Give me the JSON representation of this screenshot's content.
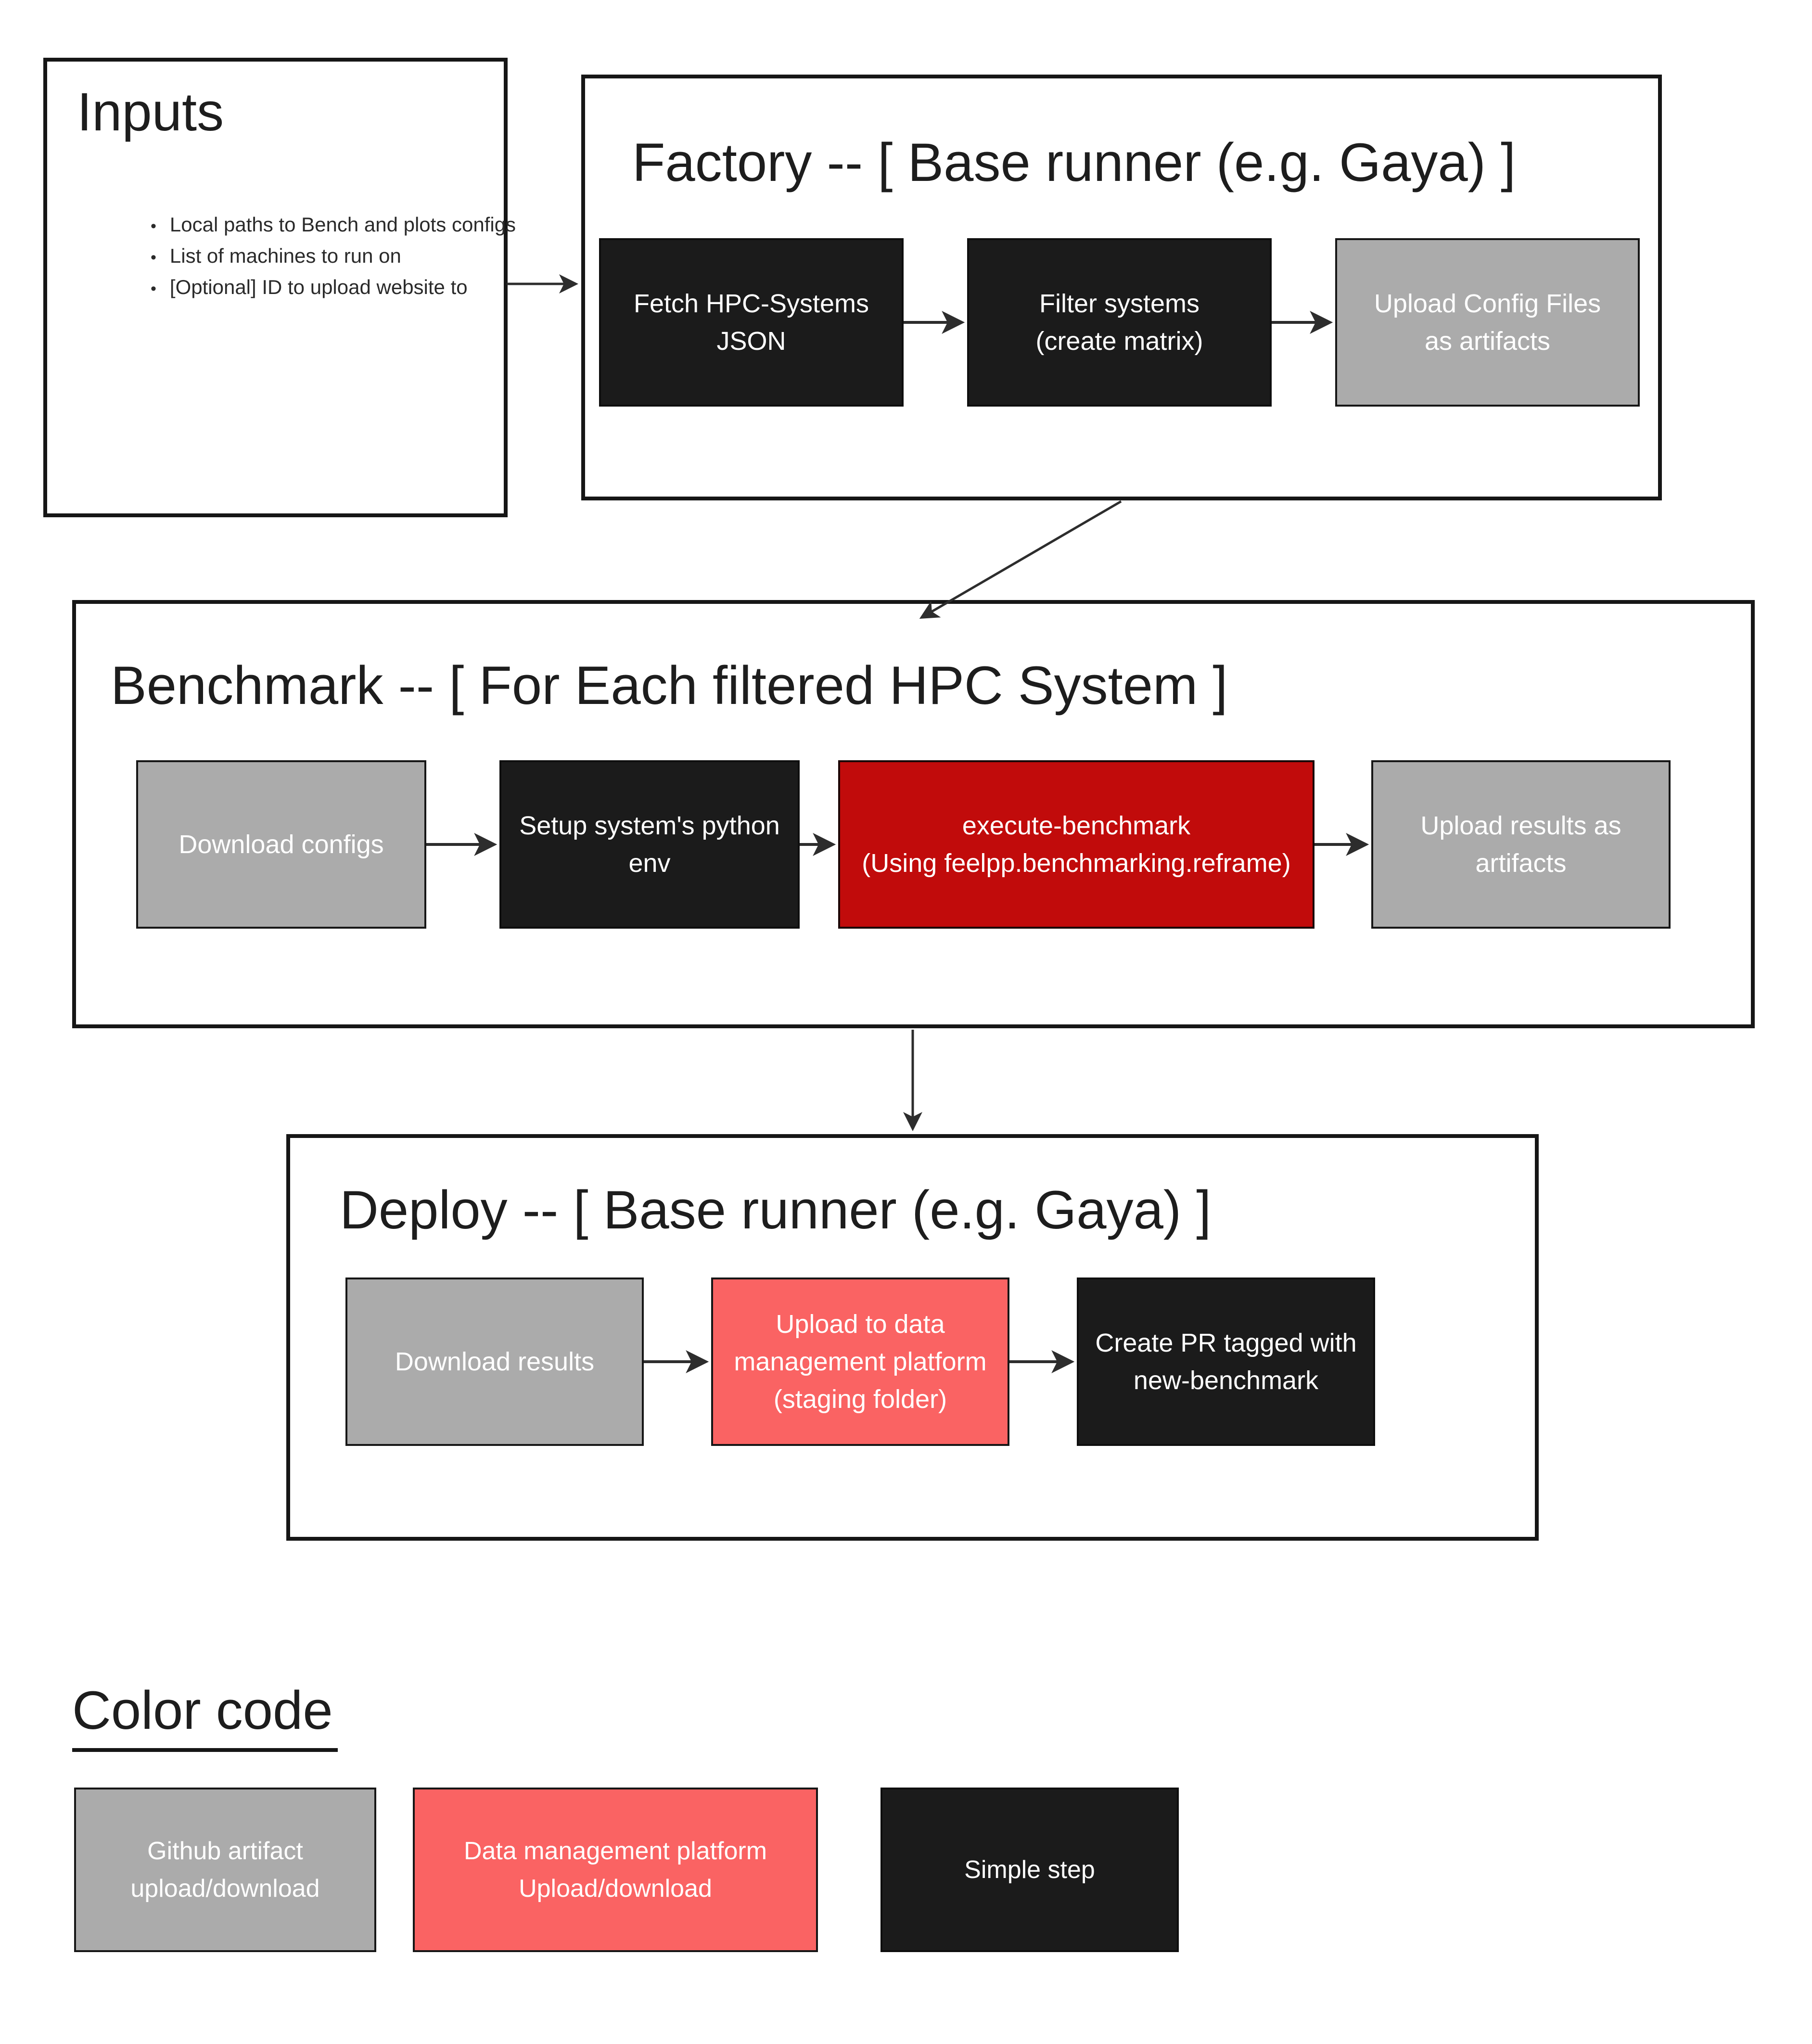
{
  "colors": {
    "step_black": "#1b1b1b",
    "step_gray": "#ababab",
    "step_red": "#c10b0b",
    "step_salmon": "#fa6363",
    "section_border": "#161616",
    "arrow": "#2d2d2d"
  },
  "inputs": {
    "title": "Inputs",
    "bullet_char": "•",
    "bullets": [
      "Local paths to Bench and plots configs",
      "List of machines to run on",
      "[Optional] ID to upload website to"
    ]
  },
  "factory": {
    "title": "Factory -- [ Base runner (e.g. Gaya) ]",
    "steps": [
      {
        "label": "Fetch HPC-Systems\nJSON",
        "type": "simple-step"
      },
      {
        "label": "Filter systems\n(create matrix)",
        "type": "simple-step"
      },
      {
        "label": "Upload Config Files\nas artifacts",
        "type": "github-artifact"
      }
    ]
  },
  "benchmark": {
    "title": "Benchmark -- [ For Each filtered HPC System ]",
    "steps": [
      {
        "label": "Download configs",
        "type": "github-artifact"
      },
      {
        "label": "Setup system's python\nenv",
        "type": "simple-step"
      },
      {
        "label": "execute-benchmark\n(Using feelpp.benchmarking.reframe)",
        "type": "highlighted-step"
      },
      {
        "label": "Upload results as\nartifacts",
        "type": "github-artifact"
      }
    ]
  },
  "deploy": {
    "title": "Deploy -- [ Base runner (e.g. Gaya) ]",
    "steps": [
      {
        "label": "Download results",
        "type": "github-artifact"
      },
      {
        "label": "Upload to data\nmanagement platform\n(staging folder)",
        "type": "data-platform"
      },
      {
        "label": "Create PR tagged with\nnew-benchmark",
        "type": "simple-step"
      }
    ]
  },
  "legend": {
    "title": "Color code",
    "items": [
      {
        "label": "Github artifact\nupload/download",
        "type": "github-artifact"
      },
      {
        "label": "Data management platform\nUpload/download",
        "type": "data-platform"
      },
      {
        "label": "Simple step",
        "type": "simple-step"
      }
    ]
  }
}
